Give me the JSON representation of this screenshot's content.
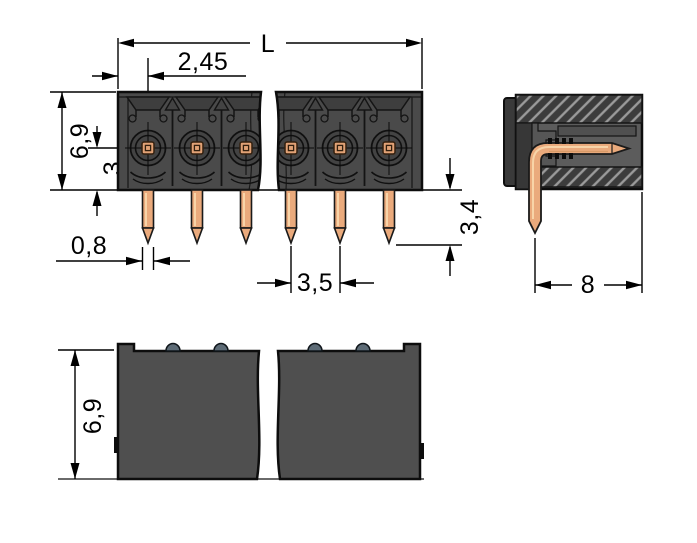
{
  "drawing": {
    "labels": {
      "front": {
        "overall_length": "L",
        "pin1_offset": "2,45",
        "body_height": "6,9",
        "contact_axis_height": "3",
        "pin_width": "0,8",
        "pin_pitch": "3,5",
        "pin_protrusion": "3,4"
      },
      "side": {
        "depth": "8"
      },
      "bottom": {
        "body_height": "6,9"
      }
    },
    "counts": {
      "front_view_pins_shown": 6,
      "bottom_view_bumps_shown": 4
    },
    "colors": {
      "housing_dark": "#4a4a4a",
      "housing_side_interior": "#5c5c5c",
      "pin_copper": "#eaaa7c",
      "pin_copper_highlight": "#f8d4a8",
      "outline": "#111111",
      "dimension_lines": "#000000",
      "bump_gray": "#5d6b76",
      "background": "#ffffff"
    }
  }
}
